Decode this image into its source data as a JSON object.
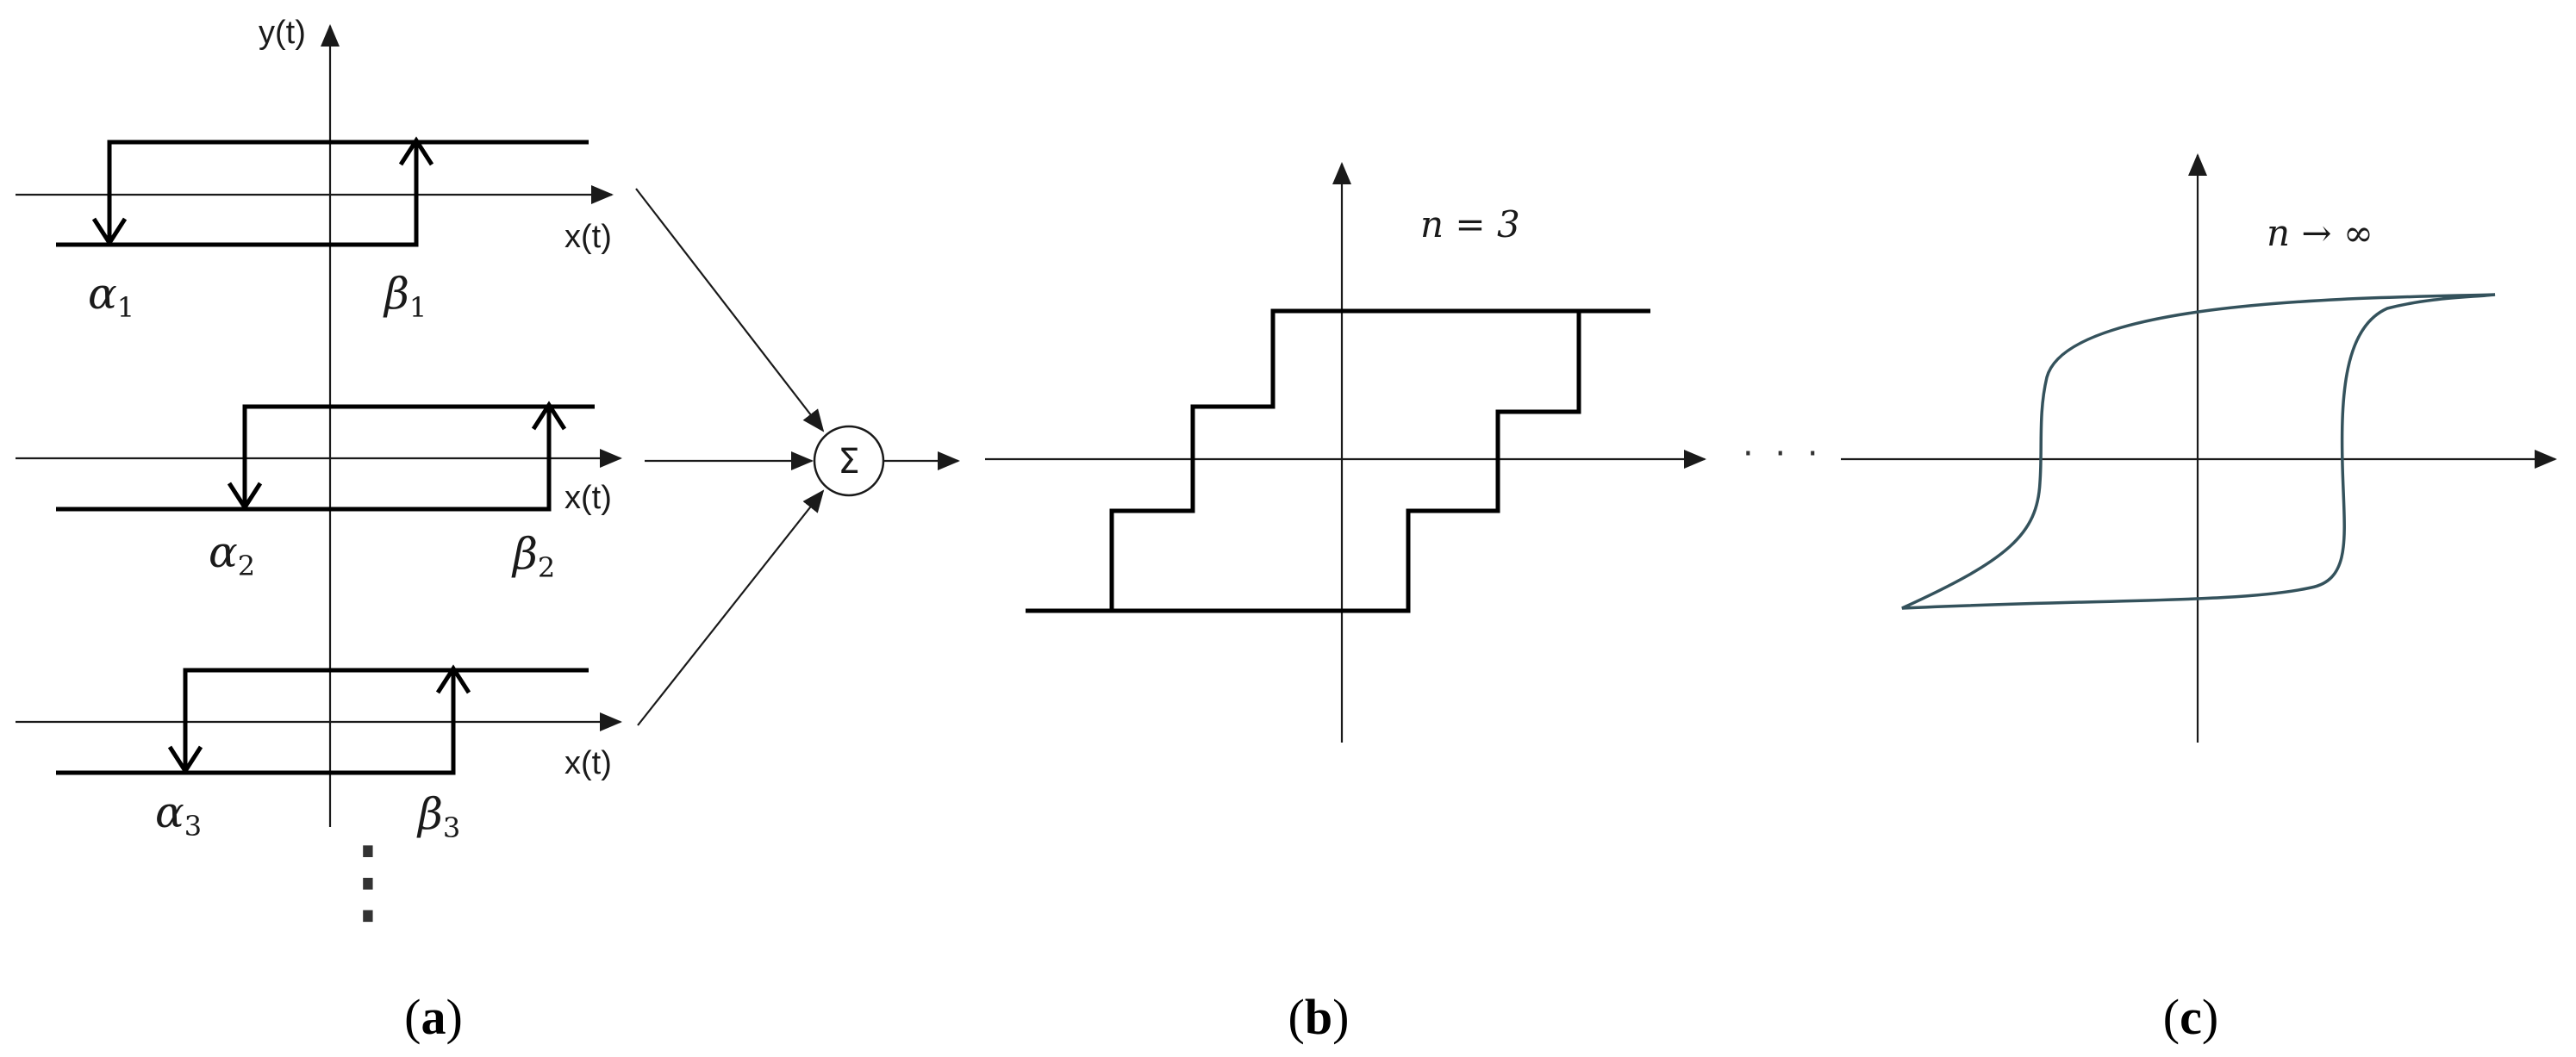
{
  "panel_a": {
    "y_axis_label": "y(t)",
    "x_axis_label": "x(t)",
    "relays": [
      {
        "alpha": "α",
        "alpha_sub": "1",
        "beta": "β",
        "beta_sub": "1",
        "x_label": "x(t)"
      },
      {
        "alpha": "α",
        "alpha_sub": "2",
        "beta": "β",
        "beta_sub": "2",
        "x_label": "x(t)"
      },
      {
        "alpha": "α",
        "alpha_sub": "3",
        "beta": "β",
        "beta_sub": "3",
        "x_label": "x(t)"
      }
    ],
    "vertical_dots": "⋮",
    "summation_symbol": "Σ",
    "caption_open": "(",
    "caption_letter": "a",
    "caption_close": ")"
  },
  "panel_b": {
    "label": "n = 3",
    "caption_open": "(",
    "caption_letter": "b",
    "caption_close": ")"
  },
  "continuation_dots": "· · ·",
  "panel_c": {
    "label": "n → ∞",
    "caption_open": "(",
    "caption_letter": "c",
    "caption_close": ")"
  },
  "colors": {
    "relay_line": "#000000",
    "axis_line": "#1a1a1a",
    "hysteresis_curve": "#34525c"
  }
}
